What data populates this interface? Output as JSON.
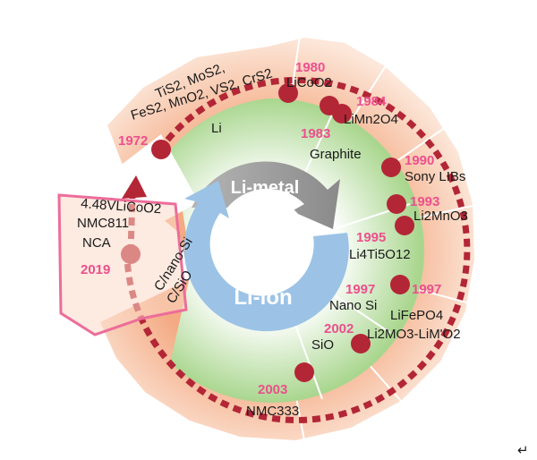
{
  "diagram": {
    "hub": {
      "metal_label": "Li-metal",
      "ion_label": "Li-ion"
    },
    "inner_labels": {
      "li": "Li",
      "graphite": "Graphite",
      "lto": "Li4Ti5O12",
      "nano_si": "Nano Si",
      "sio": "SiO",
      "c_nano_si": "C/nano-Si",
      "c_sio": "C/SiO"
    },
    "outer_labels": {
      "early_1": "TiS2, MoS2,",
      "early_2": "FeS2, MnO2, VS2, CrS2",
      "licoo2": "LiCoO2",
      "limn2o4": "LiMn2O4",
      "sony": "Sony LIBs",
      "li2mno3": "Li2MnO3",
      "lifepo4": "LiFePO4",
      "li2mo3": "Li2MO3-LiM'O2",
      "nmc333": "NMC333",
      "hv_licoo2": "4.48VLiCoO2",
      "nmc811": "NMC811",
      "nca": "NCA"
    },
    "years": {
      "y1972": "1972",
      "y1980": "1980",
      "y1983": "1983",
      "y1984": "1984",
      "y1990": "1990",
      "y1993": "1993",
      "y1995": "1995",
      "y1997a": "1997",
      "y1997b": "1997",
      "y2002": "2002",
      "y2003": "2003",
      "y2019": "2019"
    },
    "colors": {
      "outer_ring": "#f6c5a6",
      "inner_ring": "#cde8b8",
      "timeline": "#b32636",
      "year_text": "#ec4f8d",
      "metal_arrow": "#9b9b9b",
      "ion_arrow": "#9cc3e6",
      "callout_border": "#ec6d9a"
    }
  }
}
